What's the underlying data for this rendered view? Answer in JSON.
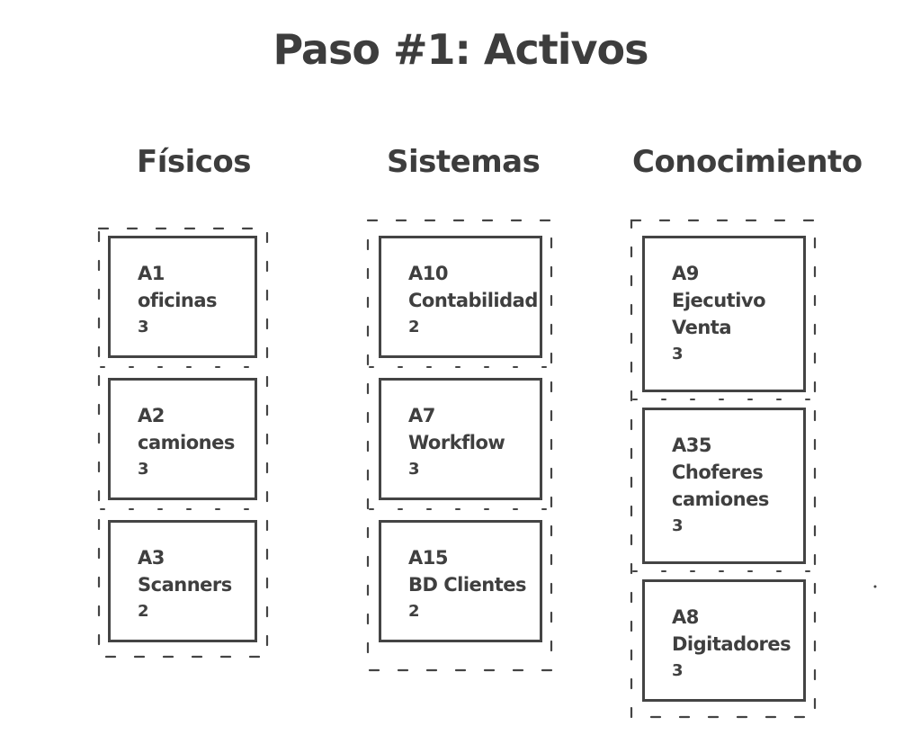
{
  "title": "Paso #1: Activos",
  "columns": [
    {
      "label": "Físicos",
      "assets": [
        {
          "id": "A1",
          "name_lines": [
            "oficinas"
          ],
          "value": "3"
        },
        {
          "id": "A2",
          "name_lines": [
            "camiones"
          ],
          "value": "3"
        },
        {
          "id": "A3",
          "name_lines": [
            "Scanners"
          ],
          "value": "2"
        }
      ]
    },
    {
      "label": "Sistemas",
      "assets": [
        {
          "id": "A10",
          "name_lines": [
            "Contabilidad"
          ],
          "value": "2"
        },
        {
          "id": "A7",
          "name_lines": [
            "Workflow"
          ],
          "value": "3"
        },
        {
          "id": "A15",
          "name_lines": [
            "BD Clientes"
          ],
          "value": "2"
        }
      ]
    },
    {
      "label": "Conocimiento",
      "assets": [
        {
          "id": "A9",
          "name_lines": [
            "Ejecutivo",
            "Venta"
          ],
          "value": "3"
        },
        {
          "id": "A35",
          "name_lines": [
            "Choferes",
            "camiones"
          ],
          "value": "3"
        },
        {
          "id": "A8",
          "name_lines": [
            "Digitadores"
          ],
          "value": "3"
        }
      ]
    }
  ]
}
